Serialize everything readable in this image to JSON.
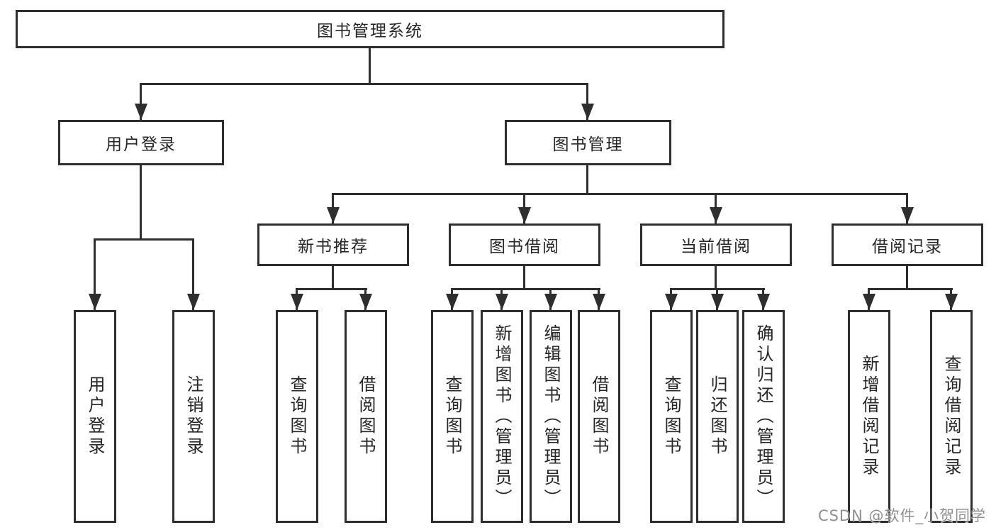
{
  "tree": {
    "root": {
      "label": "图书管理系统"
    },
    "branches": [
      {
        "label": "用户登录",
        "children": [
          {
            "label": "用户登录"
          },
          {
            "label": "注销登录"
          }
        ]
      },
      {
        "label": "图书管理",
        "sections": [
          {
            "label": "新书推荐",
            "children": [
              {
                "label": "查询图书"
              },
              {
                "label": "借阅图书"
              }
            ]
          },
          {
            "label": "图书借阅",
            "children": [
              {
                "label": "查询图书"
              },
              {
                "label": "新增图书（管理员）"
              },
              {
                "label": "编辑图书（管理员）"
              },
              {
                "label": "借阅图书"
              }
            ]
          },
          {
            "label": "当前借阅",
            "children": [
              {
                "label": "查询图书"
              },
              {
                "label": "归还图书"
              },
              {
                "label": "确认归还（管理员）"
              }
            ]
          },
          {
            "label": "借阅记录",
            "children": [
              {
                "label": "新增借阅记录"
              },
              {
                "label": "查询借阅记录"
              }
            ]
          }
        ]
      }
    ]
  },
  "watermark": {
    "text": "CSDN @软件_小贺同学"
  },
  "colors": {
    "line": "#2e2e2e",
    "text": "#262626",
    "watermark": "#8f8f8f",
    "background": "#ffffff"
  }
}
